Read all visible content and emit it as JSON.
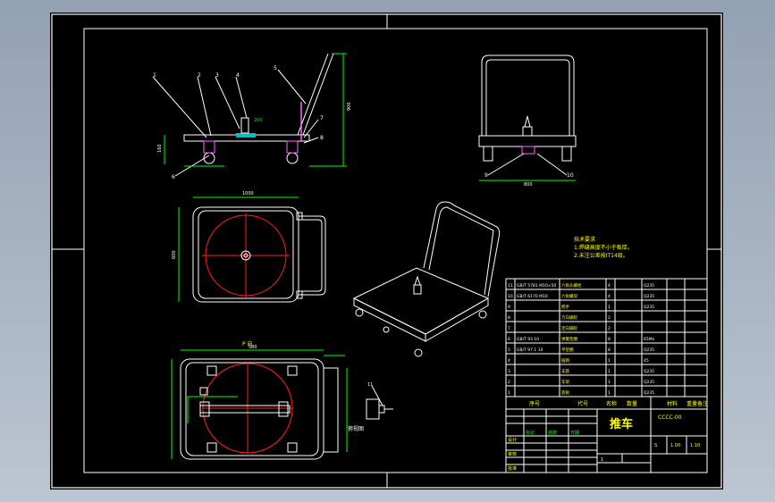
{
  "drawing": {
    "title": "推车",
    "drawing_number": "CCCC-00",
    "view_label": "俯视图",
    "section_label": "P 向",
    "tech_notes": [
      "技术要求",
      "1.焊缝高度不小于板厚。",
      "2.未注公差按IT14级。"
    ],
    "title_block": {
      "h_seq": "序号",
      "h_code": "代号",
      "h_name": "名称",
      "h_qty": "数量",
      "h_mat": "材料",
      "h_wt": "重量",
      "h_note": "备注",
      "design": "设计",
      "check": "审核",
      "approve": "批准",
      "scale": "1:10",
      "sheet": "1",
      "stage": "S",
      "weight": "1.00",
      "mark": "标记",
      "count": "处数",
      "date": "日期"
    },
    "bom_rows": [
      {
        "no": "11",
        "code": "GB/T 5781 M10×50",
        "name": "六角头螺栓",
        "qty": "4",
        "mat": "Q235"
      },
      {
        "no": "10",
        "code": "GB/T 6170 M10",
        "name": "六角螺母",
        "qty": "4",
        "mat": "Q235"
      },
      {
        "no": "9",
        "code": "",
        "name": "把手",
        "qty": "1",
        "mat": "Q235"
      },
      {
        "no": "8",
        "code": "",
        "name": "万向脚轮",
        "qty": "2",
        "mat": ""
      },
      {
        "no": "7",
        "code": "",
        "name": "定向脚轮",
        "qty": "2",
        "mat": ""
      },
      {
        "no": "6",
        "code": "GB/T 93 10",
        "name": "弹簧垫圈",
        "qty": "8",
        "mat": "65Mn"
      },
      {
        "no": "5",
        "code": "GB/T 97.1 10",
        "name": "平垫圈",
        "qty": "8",
        "mat": "Q235"
      },
      {
        "no": "4",
        "code": "",
        "name": "插销",
        "qty": "1",
        "mat": "45"
      },
      {
        "no": "3",
        "code": "",
        "name": "支座",
        "qty": "1",
        "mat": "Q235"
      },
      {
        "no": "2",
        "code": "",
        "name": "车架",
        "qty": "1",
        "mat": "Q235"
      },
      {
        "no": "1",
        "code": "",
        "name": "底板",
        "qty": "1",
        "mat": "Q235"
      }
    ],
    "dims": {
      "height": "900",
      "width": "800",
      "length": "1000",
      "depth": "600",
      "base_h": "160",
      "hole": "200",
      "inner": "580"
    },
    "balloons": [
      "1",
      "2",
      "3",
      "4",
      "5",
      "6",
      "7",
      "8",
      "9",
      "10",
      "11"
    ]
  },
  "colors": {
    "frame": "#ffffff",
    "part": "#ffffff",
    "dim": "#00ff00",
    "center": "#ff0000",
    "text": "#ffff00",
    "hatch": "#ff66ff",
    "cyan": "#00ffff"
  }
}
